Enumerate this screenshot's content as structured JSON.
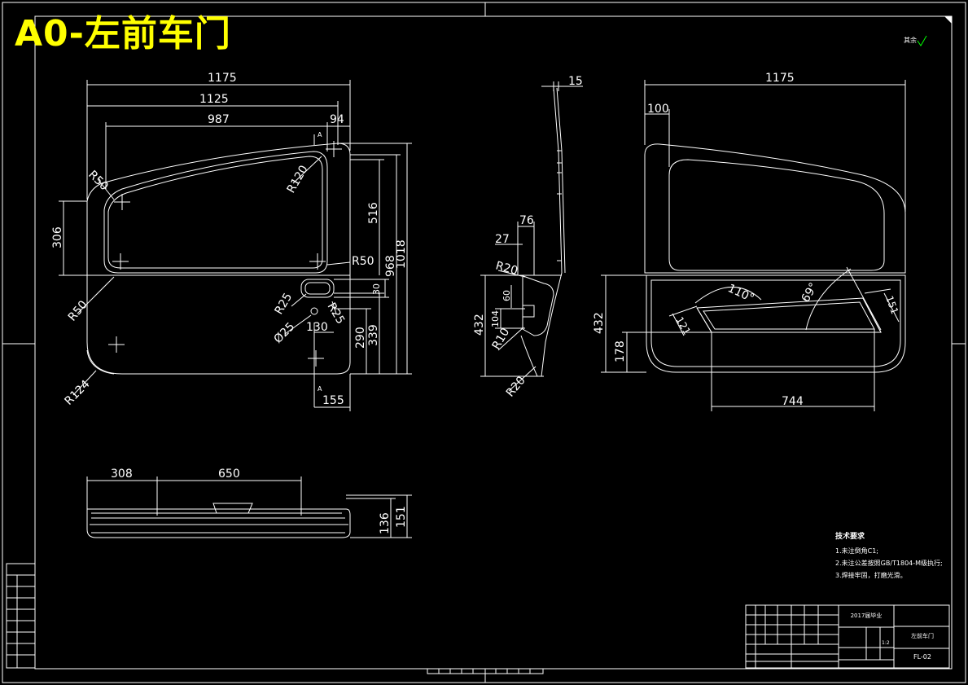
{
  "title": "A0-左前车门",
  "roughness_note": "其余",
  "front_view": {
    "dims": {
      "w1175": "1175",
      "w1125": "1125",
      "w987": "987",
      "w94": "94",
      "h306": "306",
      "h516": "516",
      "h968": "968",
      "h1018": "1018",
      "h290": "290",
      "h339": "339",
      "h30": "30",
      "w130": "130",
      "w155": "155",
      "r50a": "R50",
      "r120": "R120",
      "r50b": "R50",
      "r50c": "R50",
      "r25a": "R25",
      "r25b": "R25",
      "d25": "Ø25",
      "r124": "R124",
      "sec_a_top": "A",
      "sec_a_bot": "A"
    }
  },
  "side_view": {
    "dims": {
      "t15": "15",
      "w76": "76",
      "w27": "27",
      "r20a": "R20",
      "h432": "432",
      "h104": "104",
      "h60": "60",
      "r10": "R10",
      "r20b": "R20"
    }
  },
  "inner_view": {
    "dims": {
      "w1175": "1175",
      "w100": "100",
      "h432": "432",
      "h178": "178",
      "w744": "744",
      "a110": "110°",
      "a69": "69°",
      "h121": "121",
      "h151": "151"
    }
  },
  "bottom_view": {
    "dims": {
      "w308": "308",
      "w650": "650",
      "h136": "136",
      "h151": "151"
    }
  },
  "tech_requirements": {
    "heading": "技术要求",
    "items": [
      "1.未注倒角C1;",
      "2.未注公差按照GB/T1804-M级执行;",
      "3.焊接牢固，打磨光滑。"
    ]
  },
  "title_block": {
    "sheet_label": "2017届毕业",
    "part_name": "左前车门",
    "drawing_code": "FL-02",
    "scale": "1:2"
  },
  "colors": {
    "lines": "#ffffff",
    "title": "#ffff00",
    "background": "#000000"
  }
}
